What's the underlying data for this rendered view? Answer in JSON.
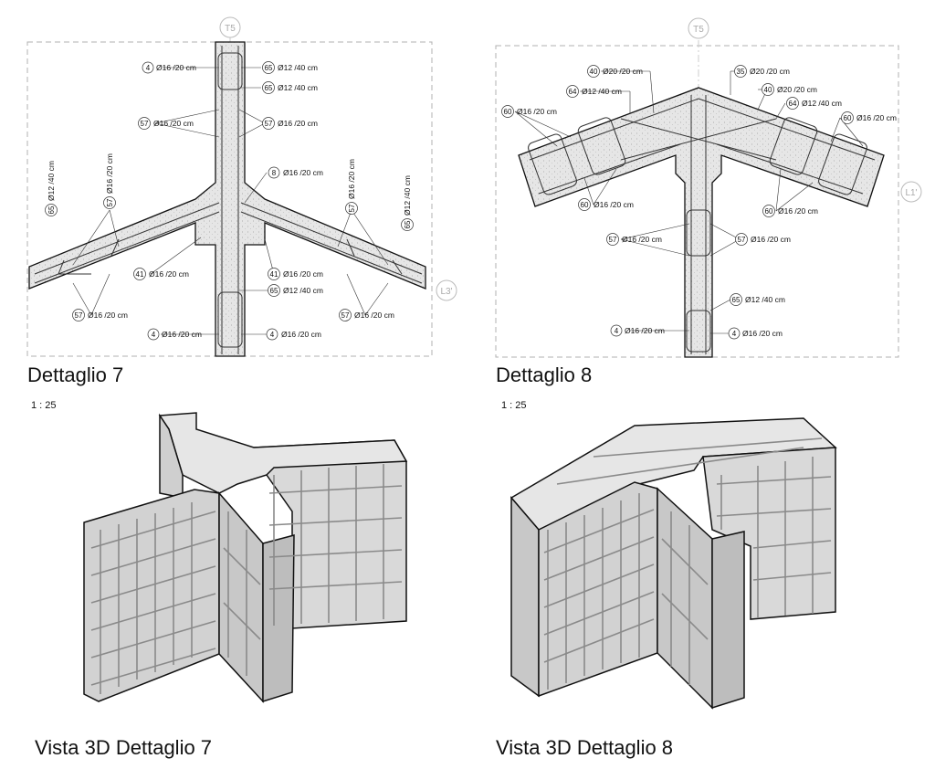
{
  "details": [
    {
      "caption": "Dettaglio 7",
      "grid_top": "T5",
      "grid_side": "L3'",
      "callouts": [
        {
          "tag": "4",
          "text": "Ø16 /20 cm"
        },
        {
          "tag": "65",
          "text": "Ø12 /40 cm"
        },
        {
          "tag": "65",
          "text": "Ø12 /40 cm"
        },
        {
          "tag": "57",
          "text": "Ø16 /20 cm"
        },
        {
          "tag": "57",
          "text": "Ø16 /20 cm"
        },
        {
          "tag": "8",
          "text": "Ø16 /20 cm"
        },
        {
          "tag": "65",
          "text": "Ø12 /40 cm"
        },
        {
          "tag": "57",
          "text": "Ø16 /20 cm"
        },
        {
          "tag": "57",
          "text": "Ø16 /20 cm"
        },
        {
          "tag": "65",
          "text": "Ø12 /40 cm"
        },
        {
          "tag": "41",
          "text": "Ø16 /20 cm"
        },
        {
          "tag": "41",
          "text": "Ø16 /20 cm"
        },
        {
          "tag": "65",
          "text": "Ø12 /40 cm"
        },
        {
          "tag": "57",
          "text": "Ø16 /20 cm"
        },
        {
          "tag": "57",
          "text": "Ø16 /20 cm"
        },
        {
          "tag": "4",
          "text": "Ø16 /20 cm"
        },
        {
          "tag": "4",
          "text": "Ø16 /20 cm"
        }
      ]
    },
    {
      "caption": "Dettaglio 8",
      "grid_top": "T5",
      "grid_side": "L1'",
      "callouts": [
        {
          "tag": "40",
          "text": "Ø20 /20 cm"
        },
        {
          "tag": "35",
          "text": "Ø20 /20 cm"
        },
        {
          "tag": "64",
          "text": "Ø12 /40 cm"
        },
        {
          "tag": "40",
          "text": "Ø20 /20 cm"
        },
        {
          "tag": "64",
          "text": "Ø12 /40 cm"
        },
        {
          "tag": "60",
          "text": "Ø16 /20 cm"
        },
        {
          "tag": "60",
          "text": "Ø16 /20 cm"
        },
        {
          "tag": "60",
          "text": "Ø16 /20 cm"
        },
        {
          "tag": "60",
          "text": "Ø16 /20 cm"
        },
        {
          "tag": "57",
          "text": "Ø16 /20 cm"
        },
        {
          "tag": "57",
          "text": "Ø16 /20 cm"
        },
        {
          "tag": "65",
          "text": "Ø12 /40 cm"
        },
        {
          "tag": "4",
          "text": "Ø16 /20 cm"
        },
        {
          "tag": "4",
          "text": "Ø16 /20 cm"
        }
      ]
    }
  ],
  "views3d": [
    {
      "caption": "Vista 3D Dettaglio 7",
      "scale": "1 : 25"
    },
    {
      "caption": "Vista 3D Dettaglio 8",
      "scale": "1 : 25"
    }
  ],
  "colors": {
    "concrete": "#e3e3e3",
    "concrete_3d": "#d6d6d6",
    "rebar": "#8a8a8a",
    "outline": "#111111",
    "dashed_frame": "#b0b0b0"
  }
}
